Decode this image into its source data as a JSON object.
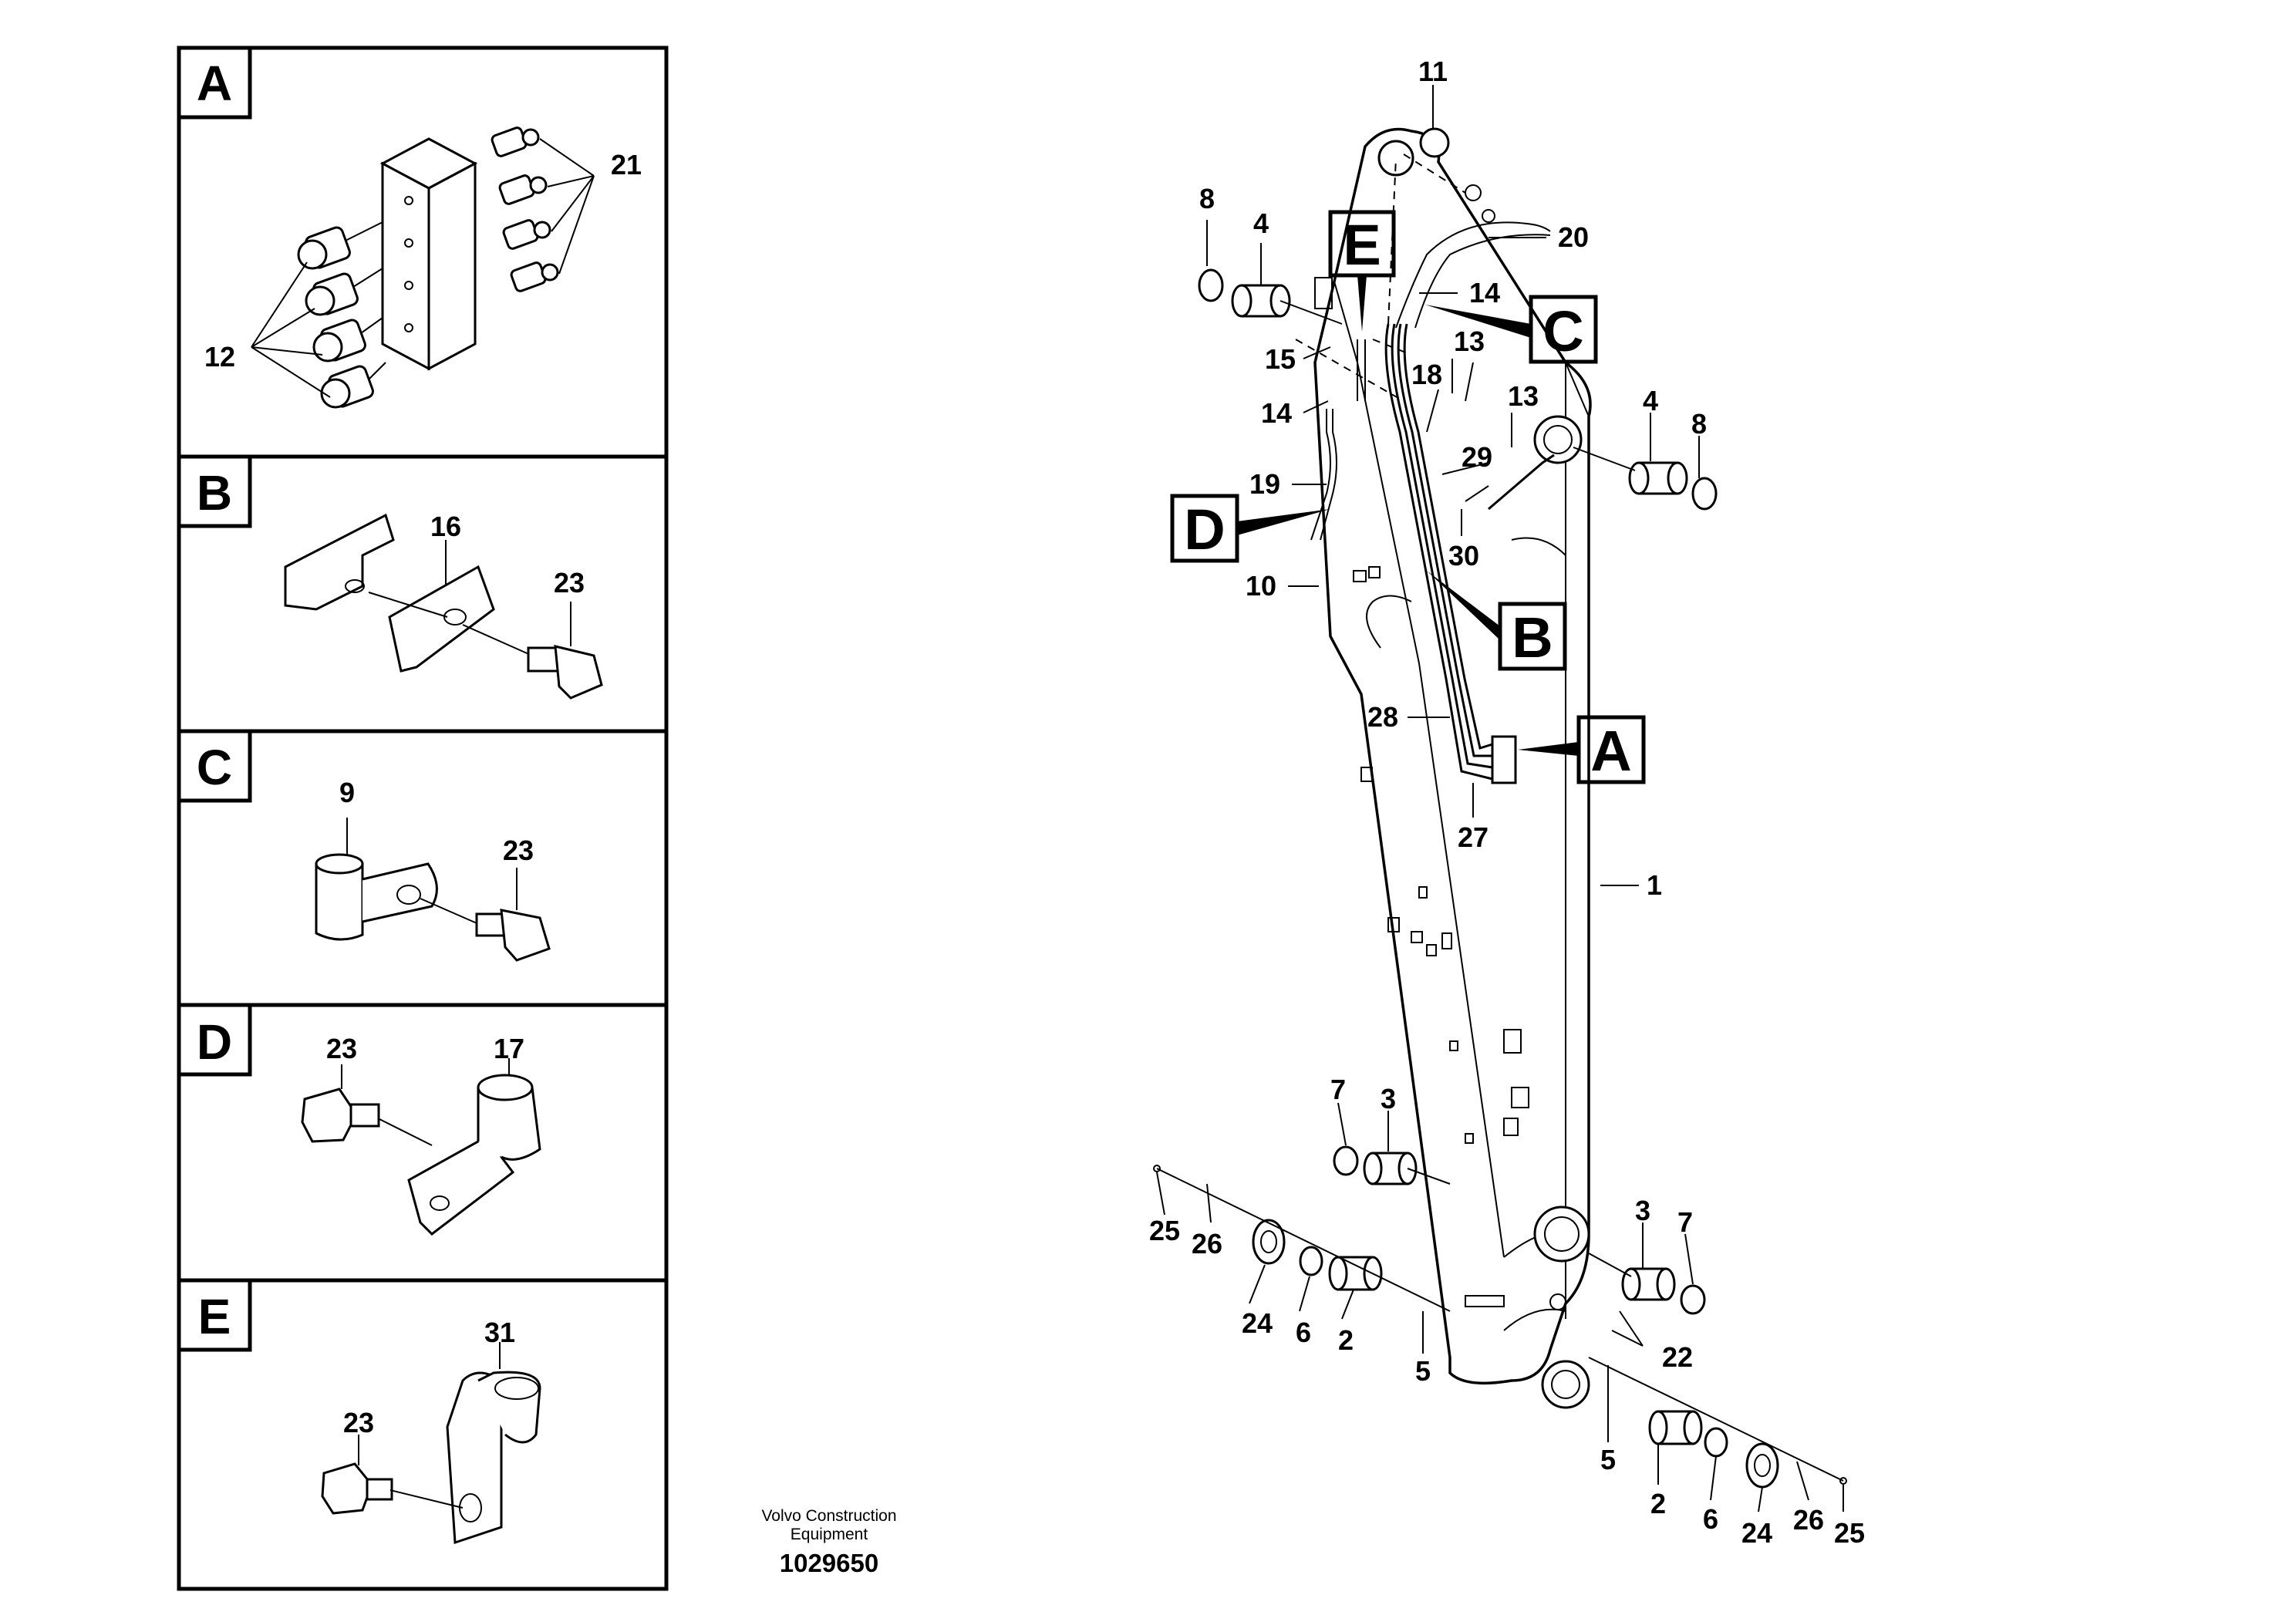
{
  "detail_panels": [
    {
      "letter": "A",
      "parts": [
        "21",
        "12"
      ]
    },
    {
      "letter": "B",
      "parts": [
        "16",
        "23"
      ]
    },
    {
      "letter": "C",
      "parts": [
        "9",
        "23"
      ]
    },
    {
      "letter": "D",
      "parts": [
        "23",
        "17"
      ]
    },
    {
      "letter": "E",
      "parts": [
        "31",
        "23"
      ]
    }
  ],
  "callouts": [
    "E",
    "C",
    "D",
    "B",
    "A"
  ],
  "main_labels": {
    "p1": "1",
    "p2a": "2",
    "p2b": "2",
    "p3a": "3",
    "p3b": "3",
    "p4a": "4",
    "p4b": "4",
    "p5a": "5",
    "p5b": "5",
    "p6a": "6",
    "p6b": "6",
    "p7a": "7",
    "p7b": "7",
    "p8a": "8",
    "p8b": "8",
    "p10": "10",
    "p11": "11",
    "p13a": "13",
    "p13b": "13",
    "p14a": "14",
    "p14b": "14",
    "p15": "15",
    "p18": "18",
    "p19": "19",
    "p20": "20",
    "p22": "22",
    "p24a": "24",
    "p24b": "24",
    "p25a": "25",
    "p25b": "25",
    "p26a": "26",
    "p26b": "26",
    "p27": "27",
    "p28": "28",
    "p29": "29",
    "p30": "30"
  },
  "footer": {
    "line1": "Volvo Construction",
    "line2": "Equipment",
    "drawing_number": "1029650"
  }
}
